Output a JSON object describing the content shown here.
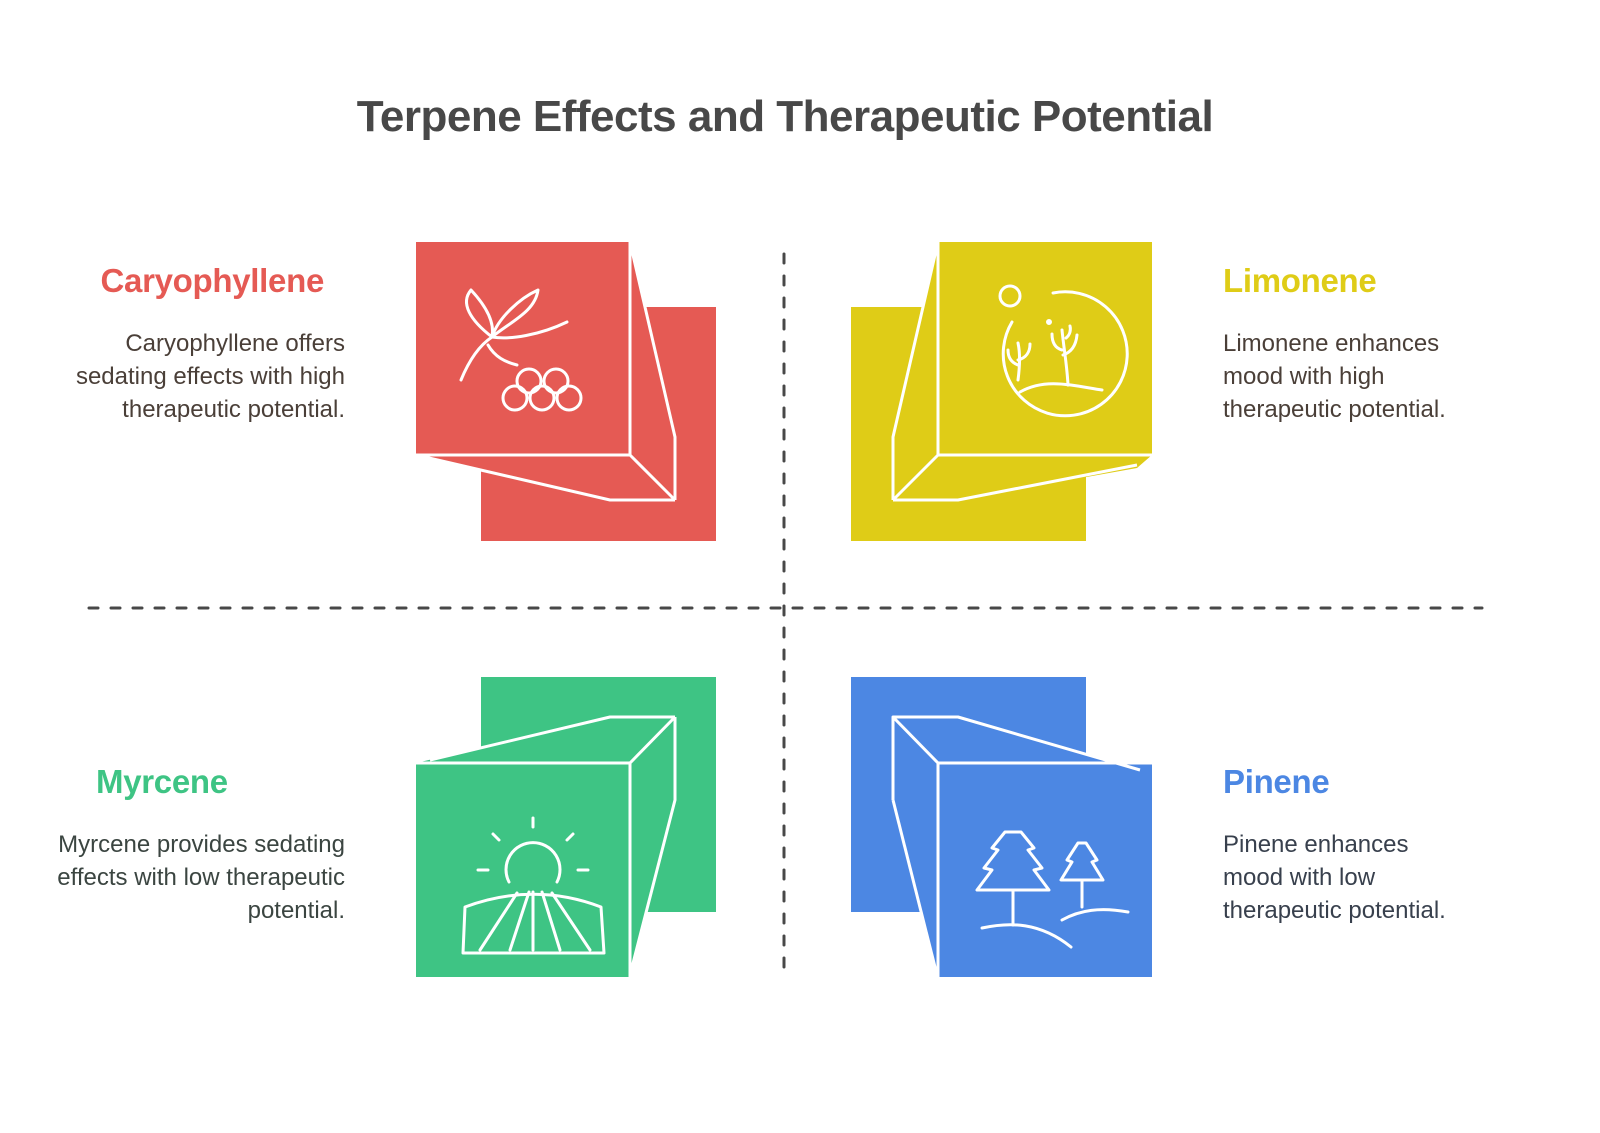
{
  "title": "Terpene Effects and Therapeutic Potential",
  "quadrants": [
    {
      "id": "caryophyllene",
      "position": "top-left",
      "heading": "Caryophyllene",
      "description": "Caryophyllene offers sedating effects with high therapeutic potential.",
      "color": "#E55A54",
      "icon": "berries-leaf-icon",
      "effect": "sedating",
      "therapeutic_potential": "high"
    },
    {
      "id": "limonene",
      "position": "top-right",
      "heading": "Limonene",
      "description": "Limonene enhances mood with high therapeutic potential.",
      "color": "#DFCC17",
      "icon": "desert-landscape-icon",
      "effect": "mood-enhancing",
      "therapeutic_potential": "high"
    },
    {
      "id": "myrcene",
      "position": "bottom-left",
      "heading": "Myrcene",
      "description": "Myrcene provides sedating effects with low therapeutic potential.",
      "color": "#3EC484",
      "icon": "sunrise-field-icon",
      "effect": "sedating",
      "therapeutic_potential": "low"
    },
    {
      "id": "pinene",
      "position": "bottom-right",
      "heading": "Pinene",
      "description": "Pinene enhances mood with low therapeutic potential.",
      "color": "#4C87E3",
      "icon": "pine-trees-icon",
      "effect": "mood-enhancing",
      "therapeutic_potential": "low"
    }
  ],
  "colors": {
    "title": "#484848",
    "divider": "#484848",
    "description_text": "#4a3f38"
  }
}
